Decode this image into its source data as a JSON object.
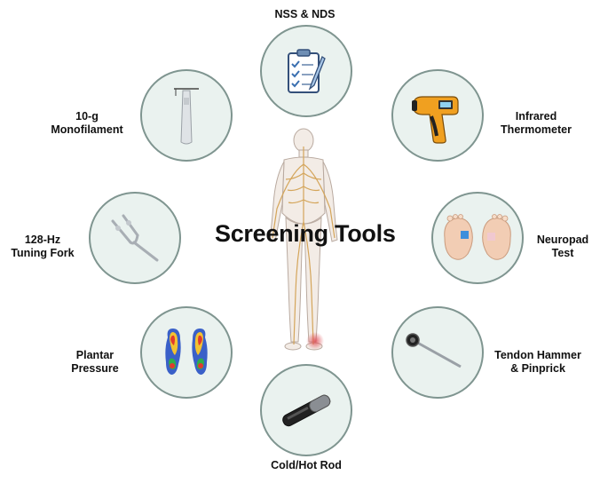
{
  "title": "Screening Tools",
  "tools": [
    {
      "id": "nss-nds",
      "lines": [
        "NSS & NDS"
      ]
    },
    {
      "id": "infrared-thermometer",
      "lines": [
        "Infrared",
        "Thermometer"
      ]
    },
    {
      "id": "neuropad",
      "lines": [
        "Neuropad",
        "Test"
      ]
    },
    {
      "id": "tendon-hammer",
      "lines": [
        "Tendon Hammer",
        "& Pinprick"
      ]
    },
    {
      "id": "cold-hot-rod",
      "lines": [
        "Cold/Hot Rod"
      ]
    },
    {
      "id": "plantar-pressure",
      "lines": [
        "Plantar",
        "Pressure"
      ]
    },
    {
      "id": "tuning-fork",
      "lines": [
        "128-Hz",
        "Tuning Fork"
      ]
    },
    {
      "id": "monofilament",
      "lines": [
        "10-g",
        "Monofilament"
      ]
    }
  ],
  "colors": {
    "circle_fill": "#eaf2ef",
    "circle_border": "#7f9590",
    "nerve": "#d4a55a",
    "body_fill": "#f3ece6",
    "pain_spot": "#e0525a"
  }
}
